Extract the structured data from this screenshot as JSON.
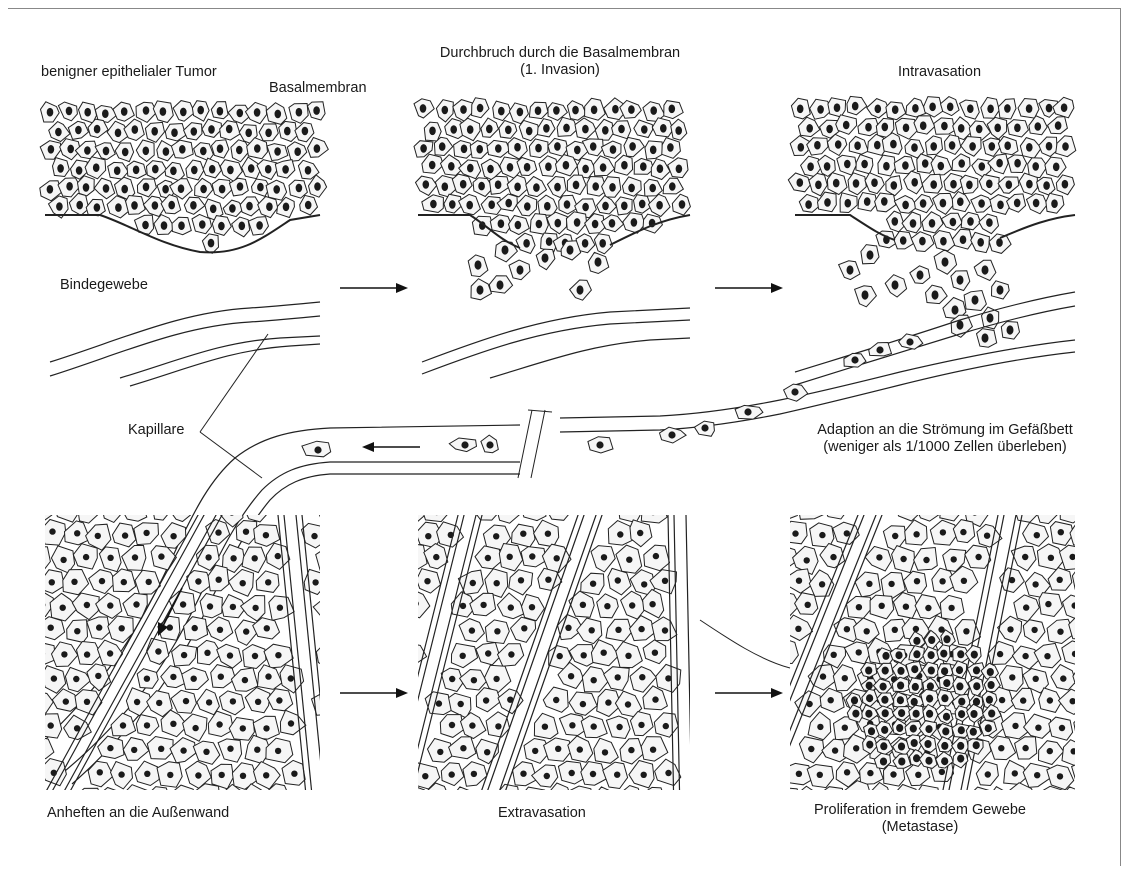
{
  "labels": {
    "benign_tumor": "benigner epithelialer Tumor",
    "basalmembran": "Basalmembran",
    "durchbruch_line1": "Durchbruch durch die Basalmembran",
    "durchbruch_line2": "(1. Invasion)",
    "intravasation": "Intravasation",
    "bindegewebe": "Bindegewebe",
    "kapillare": "Kapillare",
    "adaption_line1": "Adaption an die Strömung im Gefäßbett",
    "adaption_line2": "(weniger als 1/1000 Zellen überleben)",
    "anheften": "Anheften an die Außenwand",
    "extravasation": "Extravasation",
    "proliferation_line1": "Proliferation in fremdem Gewebe",
    "proliferation_line2": "(Metastase)"
  },
  "colors": {
    "ink": "#1a1a1a",
    "cell_fill": "#f6f6f6",
    "background": "#ffffff"
  }
}
